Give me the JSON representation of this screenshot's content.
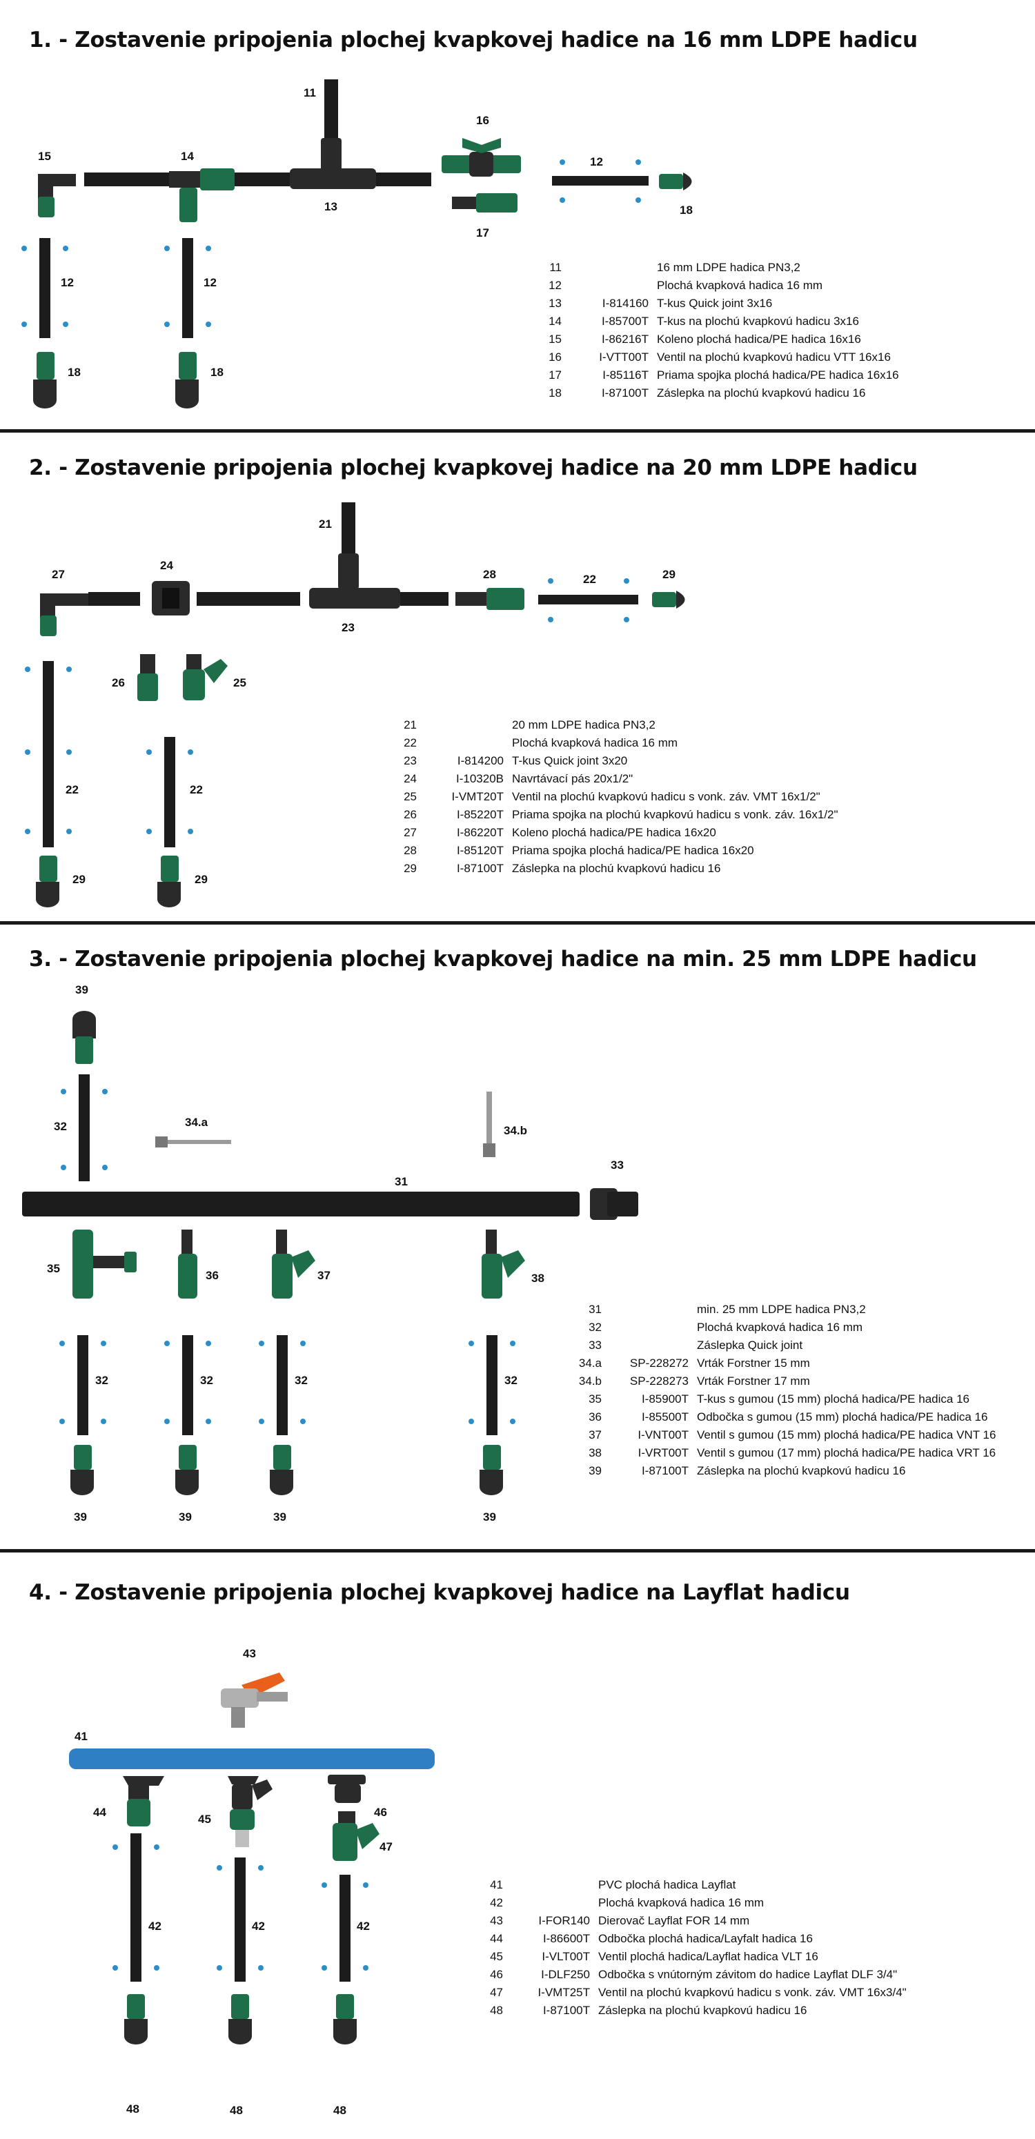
{
  "sections": [
    {
      "title": "1. - Zostavenie pripojenia plochej kvapkovej hadice na 16 mm LDPE hadicu",
      "labels": [
        "11",
        "12",
        "13",
        "14",
        "15",
        "16",
        "17",
        "18"
      ],
      "legend": [
        {
          "num": "11",
          "code": "",
          "desc": "16 mm LDPE hadica PN3,2"
        },
        {
          "num": "12",
          "code": "",
          "desc": "Plochá kvapková hadica 16 mm"
        },
        {
          "num": "13",
          "code": "I-814160",
          "desc": "T-kus Quick joint 3x16"
        },
        {
          "num": "14",
          "code": "I-85700T",
          "desc": "T-kus na plochú kvapkovú hadicu 3x16"
        },
        {
          "num": "15",
          "code": "I-86216T",
          "desc": "Koleno plochá hadica/PE hadica 16x16"
        },
        {
          "num": "16",
          "code": "I-VTT00T",
          "desc": "Ventil na plochú kvapkovú hadicu VTT 16x16"
        },
        {
          "num": "17",
          "code": "I-85116T",
          "desc": "Priama spojka plochá hadica/PE hadica 16x16"
        },
        {
          "num": "18",
          "code": "I-87100T",
          "desc": "Záslepka na plochú kvapkovú hadicu 16"
        }
      ]
    },
    {
      "title": "2. - Zostavenie pripojenia plochej kvapkovej hadice na 20 mm LDPE hadicu",
      "labels": [
        "21",
        "22",
        "23",
        "24",
        "25",
        "26",
        "27",
        "28",
        "29"
      ],
      "legend": [
        {
          "num": "21",
          "code": "",
          "desc": "20 mm LDPE hadica PN3,2"
        },
        {
          "num": "22",
          "code": "",
          "desc": "Plochá kvapková hadica 16 mm"
        },
        {
          "num": "23",
          "code": "I-814200",
          "desc": "T-kus Quick joint 3x20"
        },
        {
          "num": "24",
          "code": "I-10320B",
          "desc": "Navrtávací pás 20x1/2\""
        },
        {
          "num": "25",
          "code": "I-VMT20T",
          "desc": "Ventil na plochú kvapkovú hadicu s vonk. záv. VMT 16x1/2\""
        },
        {
          "num": "26",
          "code": "I-85220T",
          "desc": "Priama spojka na plochú kvapkovú hadicu s vonk. záv. 16x1/2\""
        },
        {
          "num": "27",
          "code": "I-86220T",
          "desc": "Koleno plochá hadica/PE hadica 16x20"
        },
        {
          "num": "28",
          "code": "I-85120T",
          "desc": "Priama spojka plochá hadica/PE hadica 16x20"
        },
        {
          "num": "29",
          "code": "I-87100T",
          "desc": "Záslepka na plochú kvapkovú hadicu 16"
        }
      ]
    },
    {
      "title": "3. - Zostavenie pripojenia plochej kvapkovej hadice na min. 25 mm LDPE hadicu",
      "labels": [
        "31",
        "32",
        "33",
        "34.a",
        "34.b",
        "35",
        "36",
        "37",
        "38",
        "39"
      ],
      "legend": [
        {
          "num": "31",
          "code": "",
          "desc": "min. 25 mm LDPE hadica PN3,2"
        },
        {
          "num": "32",
          "code": "",
          "desc": "Plochá kvapková hadica 16 mm"
        },
        {
          "num": "33",
          "code": "",
          "desc": "Záslepka Quick joint"
        },
        {
          "num": "34.a",
          "code": "SP-228272",
          "desc": "Vrták Forstner 15 mm"
        },
        {
          "num": "34.b",
          "code": "SP-228273",
          "desc": "Vrták Forstner 17 mm"
        },
        {
          "num": "35",
          "code": "I-85900T",
          "desc": "T-kus s gumou (15 mm) plochá hadica/PE hadica 16"
        },
        {
          "num": "36",
          "code": "I-85500T",
          "desc": "Odbočka s gumou (15 mm) plochá hadica/PE hadica 16"
        },
        {
          "num": "37",
          "code": "I-VNT00T",
          "desc": "Ventil s gumou (15 mm) plochá hadica/PE hadica VNT 16"
        },
        {
          "num": "38",
          "code": "I-VRT00T",
          "desc": "Ventil s gumou (17 mm) plochá hadica/PE hadica VRT 16"
        },
        {
          "num": "39",
          "code": "I-87100T",
          "desc": "Záslepka na plochú kvapkovú hadicu 16"
        }
      ]
    },
    {
      "title": "4. - Zostavenie pripojenia plochej kvapkovej hadice na Layflat hadicu",
      "labels": [
        "41",
        "42",
        "43",
        "44",
        "45",
        "46",
        "47",
        "48"
      ],
      "legend": [
        {
          "num": "41",
          "code": "",
          "desc": "PVC plochá hadica Layflat"
        },
        {
          "num": "42",
          "code": "",
          "desc": "Plochá kvapková hadica 16 mm"
        },
        {
          "num": "43",
          "code": "I-FOR140",
          "desc": "Dierovač Layflat FOR 14 mm"
        },
        {
          "num": "44",
          "code": "I-86600T",
          "desc": "Odbočka plochá hadica/Layfalt hadica 16"
        },
        {
          "num": "45",
          "code": "I-VLT00T",
          "desc": "Ventil plochá hadica/Layflat hadica VLT 16"
        },
        {
          "num": "46",
          "code": "I-DLF250",
          "desc": "Odbočka s vnútorným závitom do hadice Layflat DLF 3/4\""
        },
        {
          "num": "47",
          "code": "I-VMT25T",
          "desc": "Ventil na plochú kvapkovú hadicu s vonk. záv. VMT 16x3/4\""
        },
        {
          "num": "48",
          "code": "I-87100T",
          "desc": "Záslepka na plochú kvapkovú hadicu 16"
        }
      ]
    }
  ],
  "colors": {
    "pipe": "#1c1c1c",
    "fitting_green": "#1f6e4a",
    "drop_blue": "#2a8fc8",
    "layflat_blue": "#2f7fc4",
    "puncher_orange": "#e8601c",
    "divider": "#1a1a1a"
  }
}
